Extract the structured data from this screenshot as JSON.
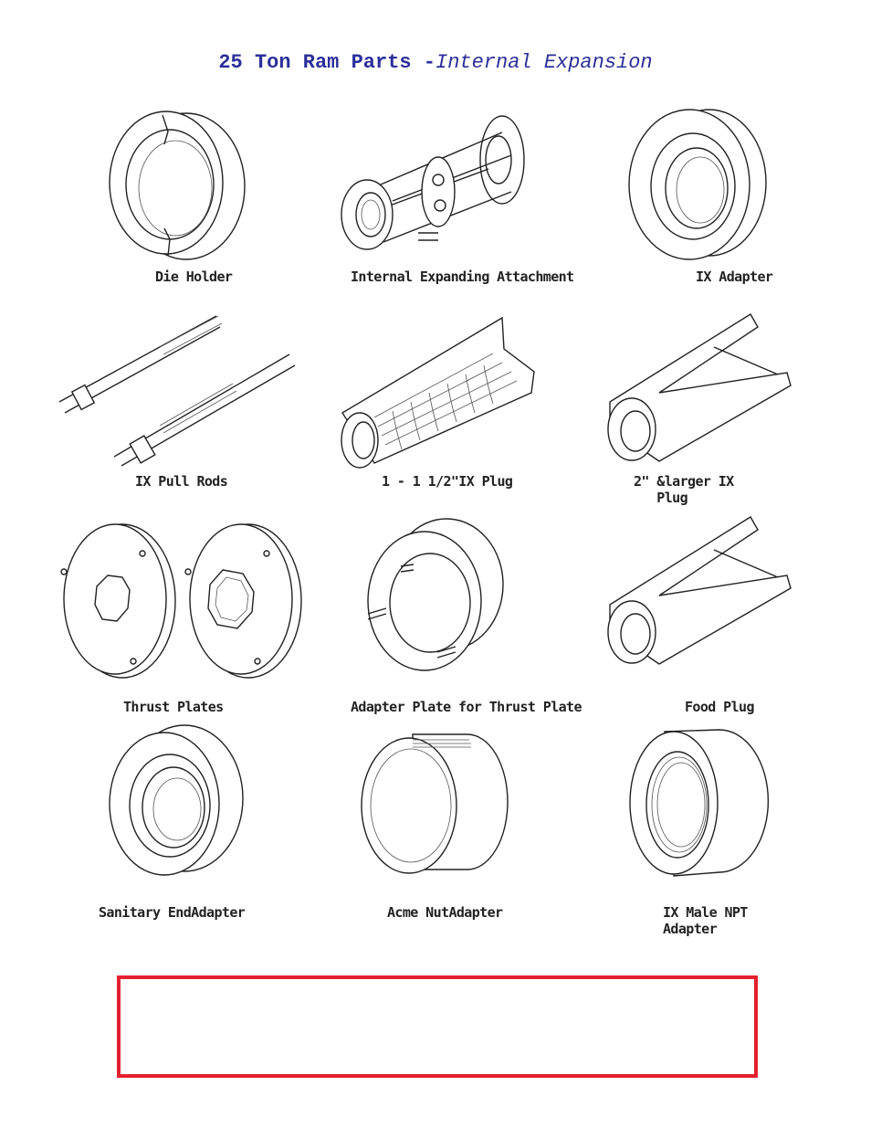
{
  "title": {
    "bold": "25 Ton Ram Parts -",
    "italic": "Internal Expansion"
  },
  "parts": [
    {
      "name": "Die Holder"
    },
    {
      "name": "Internal Expanding Attachment"
    },
    {
      "name": "IX Adapter"
    },
    {
      "name": "IX Pull Rods"
    },
    {
      "name": "1 - 1 1/2\"IX Plug"
    },
    {
      "name": "2\" &larger IX\n   Plug"
    },
    {
      "name": "Thrust Plates"
    },
    {
      "name": "Adapter Plate for Thrust Plate"
    },
    {
      "name": "Food Plug"
    },
    {
      "name": "Sanitary EndAdapter"
    },
    {
      "name": "Acme NutAdapter"
    },
    {
      "name": "IX Male NPT\nAdapter"
    }
  ],
  "notice_box": {
    "border_color": "#e5202e",
    "text": ""
  }
}
